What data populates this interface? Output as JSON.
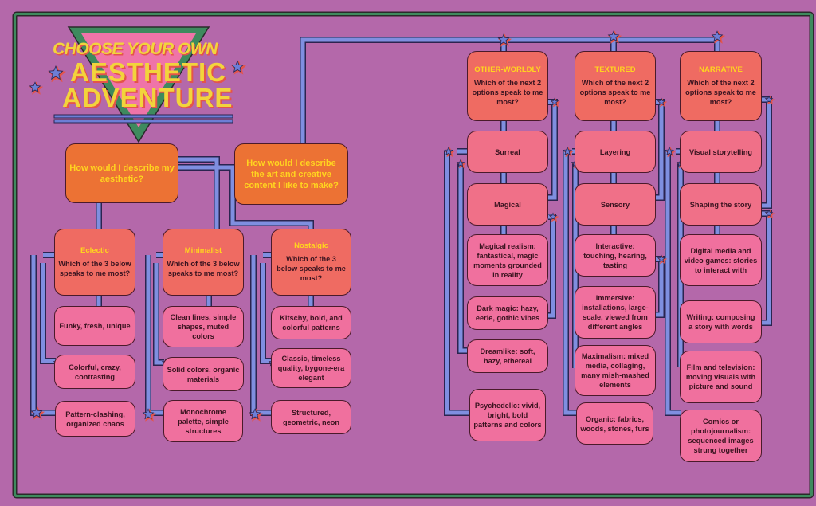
{
  "title": {
    "line1": "CHOOSE YOUR OWN",
    "line2": "AESTHETIC",
    "line3": "ADVENTURE"
  },
  "colors": {
    "background": "#b468aa",
    "frame": "#3e8a5e",
    "pipe": "#7f8fe0",
    "question_orange": "#ec7234",
    "question_salmon": "#ef6b62",
    "option_pink": "#f0709e",
    "heading_yellow": "#ffd41f",
    "star_red": "#e4544a",
    "star_blue": "#6d7ed6"
  },
  "left": {
    "root_question": "How would I describe my aesthetic?",
    "branches": [
      {
        "heading": "Eclectic",
        "question": "Which of the 3 below speaks to me most?",
        "options": [
          "Funky, fresh, unique",
          "Colorful, crazy, contrasting",
          "Pattern-clashing, organized chaos"
        ]
      },
      {
        "heading": "Minimalist",
        "question": "Which of the 3 below speaks to me most?",
        "options": [
          "Clean lines, simple shapes, muted colors",
          "Solid colors, organic materials",
          "Monochrome palette, simple structures"
        ]
      },
      {
        "heading": "Nostalgic",
        "question": "Which of the 3 below speaks to me most?",
        "options": [
          "Kitschy, bold, and colorful patterns",
          "Classic, timeless quality, bygone-era elegant",
          "Structured, geometric, neon"
        ]
      }
    ]
  },
  "right": {
    "root_question": "How would I describe the art and creative content I like to make?",
    "branches": [
      {
        "heading": "OTHER-WORLDLY",
        "question": "Which of the next 2 options speak to me most?",
        "sub": [
          "Surreal",
          "Magical"
        ],
        "options": [
          "Magical realism: fantastical, magic moments grounded in reality",
          "Dark magic: hazy, eerie, gothic vibes",
          "Dreamlike: soft, hazy, ethereal",
          "Psychedelic: vivid, bright, bold patterns and colors"
        ]
      },
      {
        "heading": "TEXTURED",
        "question": "Which of the next 2 options speak to me most?",
        "sub": [
          "Layering",
          "Sensory"
        ],
        "options": [
          "Interactive: touching, hearing, tasting",
          "Immersive: installations, large-scale, viewed from different angles",
          "Maximalism: mixed media, collaging, many mish-mashed elements",
          "Organic: fabrics, woods, stones, furs"
        ]
      },
      {
        "heading": "NARRATIVE",
        "question": "Which of the next 2 options speak to me most?",
        "sub": [
          "Visual storytelling",
          "Shaping the story"
        ],
        "options": [
          "Digital media and video games: stories to interact with",
          "Writing: composing a story with words",
          "Film and television: moving visuals with picture and sound",
          "Comics or photojournalism: sequenced images strung together"
        ]
      }
    ]
  }
}
